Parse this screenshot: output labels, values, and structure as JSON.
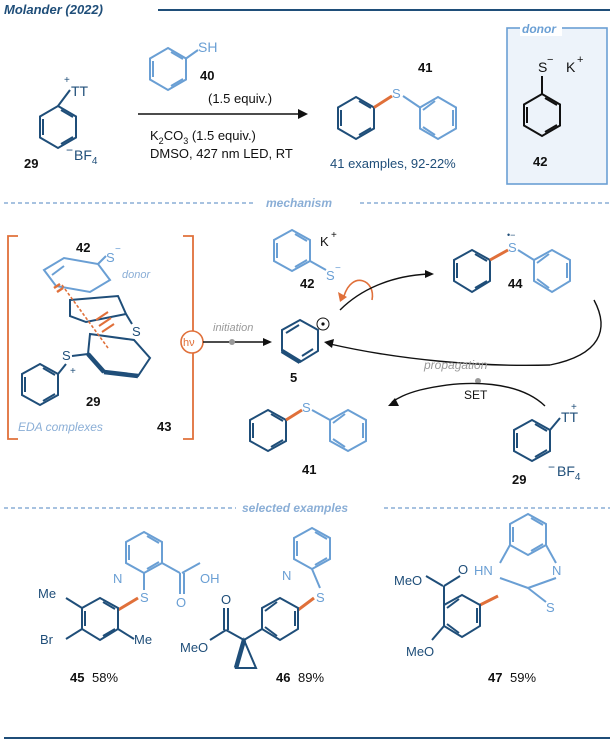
{
  "header": {
    "title": "Molander (2022)"
  },
  "reaction": {
    "reagent_atom": "SH",
    "reagent_number": "40",
    "reagent_equiv": "(1.5 equiv.)",
    "cond_base_pre": "K",
    "cond_base_sub": "2",
    "cond_base_mid": "CO",
    "cond_base_sub2": "3",
    "cond_base_post": " (1.5 equiv.)",
    "cond_line2": "DMSO, 427 nm LED, RT",
    "sm_group": "TT",
    "sm_plus": "+",
    "sm_minus": "−",
    "sm_counterion_pre": "BF",
    "sm_counterion_sub": "4",
    "sm_number": "29",
    "product_atom": "S",
    "product_number": "41",
    "product_note": "41 examples,  92-22%",
    "donor_label": "donor",
    "donor_atom": "S",
    "donor_minus": "−",
    "donor_counter": "K",
    "donor_plus": "+",
    "donor_number": "42"
  },
  "mechanism": {
    "section_label": "mechanism",
    "eda_donor_number": "42",
    "eda_donor_atom": "S",
    "eda_donor_minus": "−",
    "eda_donor_text": "donor",
    "eda_s_upper": "S",
    "eda_s_lower": "S",
    "eda_s_plus": "+",
    "eda_acceptor_number": "29",
    "eda_caption": "EDA complexes",
    "eda_number": "43",
    "light": "hν",
    "initiation": "initiation",
    "radical_number": "5",
    "thiolate_number": "42",
    "thiolate_atom": "S",
    "thiolate_minus": "−",
    "thiolate_counter": "K",
    "thiolate_plus": "+",
    "radical_anion_atom": "S",
    "radical_anion_charge": "•−",
    "radical_anion_number": "44",
    "propagation": "propagation",
    "set": "SET",
    "product_atom": "S",
    "product_number": "41",
    "salt_group": "TT",
    "salt_plus": "+",
    "salt_minus": "−",
    "salt_counterion_pre": "BF",
    "salt_counterion_sub": "4",
    "salt_number": "29"
  },
  "examples": {
    "section_label": "selected examples",
    "ex45": {
      "number": "45",
      "yield": "58%",
      "n": "N",
      "s": "S",
      "oh": "OH",
      "o": "O",
      "me1": "Me",
      "me2": "Me",
      "br": "Br"
    },
    "ex46": {
      "number": "46",
      "yield": "89%",
      "n": "N",
      "s": "S",
      "o": "O",
      "meo": "MeO"
    },
    "ex47": {
      "number": "47",
      "yield": "59%",
      "hn": "HN",
      "n": "N",
      "s": "S",
      "o": "O",
      "meo1": "MeO",
      "meo2": "MeO"
    }
  },
  "colors": {
    "navy": "#1f4e79",
    "light_blue": "#6a9fd4",
    "orange": "#e0703a",
    "gray": "#999999",
    "box": "#edf3fa"
  }
}
